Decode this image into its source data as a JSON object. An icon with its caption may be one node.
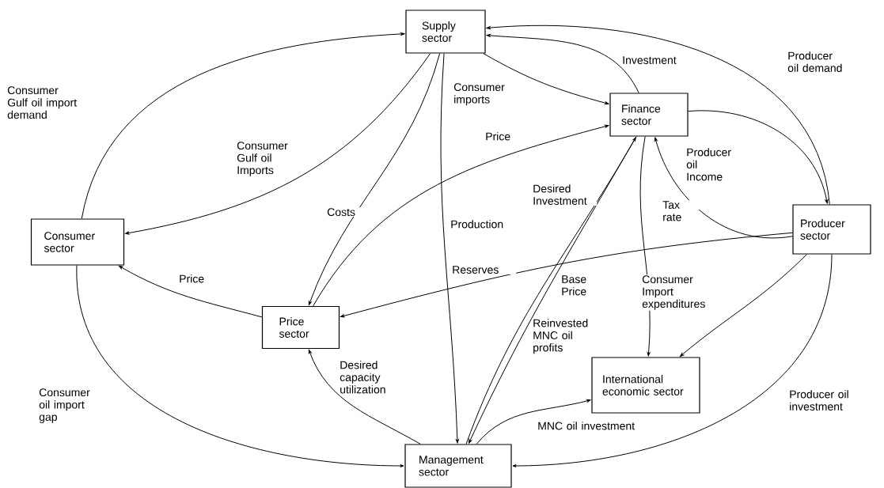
{
  "diagram": {
    "nodes": [
      {
        "text": [
          "Supply sector"
        ]
      },
      {
        "text": [
          "Finance sector"
        ]
      },
      {
        "text": [
          "Consumer sector"
        ]
      },
      {
        "text": [
          "Producer sector"
        ]
      },
      {
        "text": [
          "Price sector"
        ]
      },
      {
        "text": [
          "International economic sector"
        ]
      },
      {
        "text": [
          "Management sector"
        ]
      }
    ],
    "edges": [
      {
        "from": 2,
        "to": 0,
        "arrow": "to",
        "label": "Consumer Gulf oil import demand"
      },
      {
        "from": 0,
        "to": 2,
        "arrow": "to",
        "label": "Consumer Gulf oil Imports"
      },
      {
        "from": 0,
        "to": 4,
        "arrow": "to",
        "label": "Costs"
      },
      {
        "from": 0,
        "to": 6,
        "arrow": "to",
        "label": "Production"
      },
      {
        "from": 0,
        "to": 1,
        "arrow": "to",
        "label": "Consumer imports"
      },
      {
        "from": 1,
        "to": 0,
        "arrow": "to",
        "label": "Investment"
      },
      {
        "from": 3,
        "to": 0,
        "arrow": "to",
        "label": "Producer oil demand"
      },
      {
        "from": 4,
        "to": 1,
        "arrow": "to",
        "label": "Price"
      },
      {
        "from": 6,
        "to": 1,
        "arrow": "to",
        "label": "Desired Investment"
      },
      {
        "from": 1,
        "to": 6,
        "arrow": "to",
        "label": "Reinvested MNC oil profits"
      },
      {
        "from": 1,
        "to": 5,
        "arrow": "to",
        "label": "Consumer Import expenditures"
      },
      {
        "from": 3,
        "to": 1,
        "arrow": "to",
        "label": "Producer oil Income"
      },
      {
        "from": 1,
        "to": 3,
        "arrow": "to"
      },
      {
        "from": 3,
        "to": 5,
        "arrow": "to"
      },
      {
        "from": 3,
        "to": 6,
        "arrow": "to",
        "label": "Producer oil investment"
      },
      {
        "from": 6,
        "to": 5,
        "arrow": "to",
        "label": "MNC oil investment"
      },
      {
        "from": 6,
        "to": 4,
        "arrow": "to",
        "label": "Desired capacity utilization"
      },
      {
        "from": 2,
        "to": 6,
        "arrow": "to",
        "label": "Consumer oil import gap"
      },
      {
        "from": 4,
        "to": 2,
        "arrow": "to",
        "label": "Price"
      },
      {
        "from": 3,
        "to": 4,
        "arrow": "to",
        "label": "Base Price"
      }
    ],
    "labels": [
      "Reserves",
      "Tax rate"
    ]
  }
}
